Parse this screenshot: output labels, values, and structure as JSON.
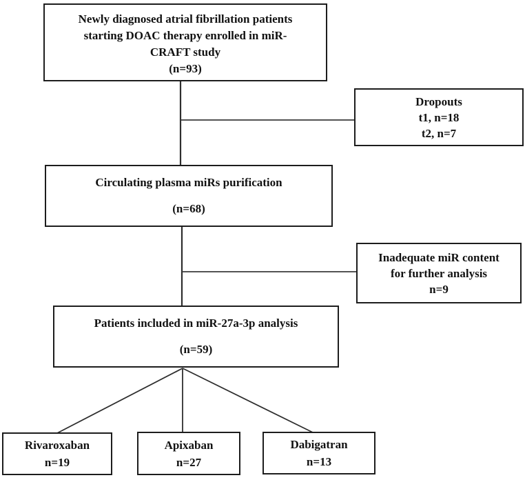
{
  "diagram": {
    "type": "study-flowchart",
    "boxes": {
      "enrollment": {
        "lines": [
          "Newly diagnosed atrial fibrillation patients",
          "starting DOAC therapy enrolled in miR-",
          "CRAFT study"
        ],
        "n": "(n=93)"
      },
      "dropouts": {
        "lines": [
          "Dropouts",
          "t1, n=18",
          "t2, n=7"
        ]
      },
      "purification": {
        "title": "Circulating plasma miRs purification",
        "n": "(n=68)"
      },
      "inadequate": {
        "lines": [
          "Inadequate miR content",
          "for further analysis",
          "n=9"
        ]
      },
      "analysis": {
        "title": "Patients included in miR-27a-3p analysis",
        "n": "(n=59)"
      },
      "rivaroxaban": {
        "name": "Rivaroxaban",
        "n": "n=19"
      },
      "apixaban": {
        "name": "Apixaban",
        "n": "n=27"
      },
      "dabigatran": {
        "name": "Dabigatran",
        "n": "n=13"
      }
    },
    "colors": {
      "border": "#1c1c1c",
      "text": "#111111",
      "connector": "#2e2e2e",
      "background": "#ffffff"
    }
  }
}
